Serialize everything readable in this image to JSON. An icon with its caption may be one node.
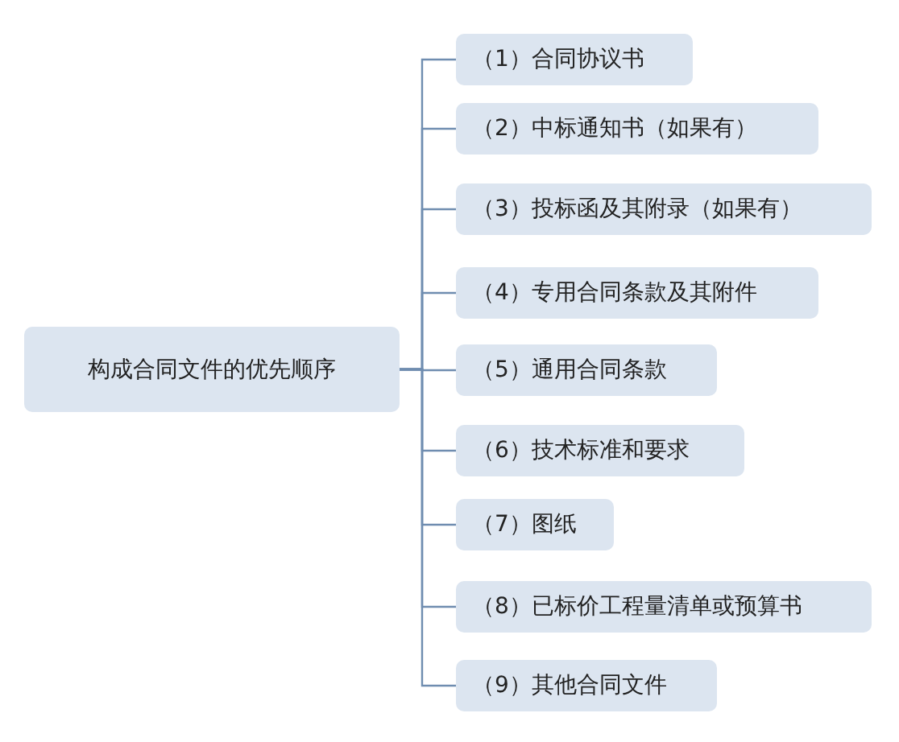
{
  "diagram": {
    "nodes": [
      {
        "text": [
          "构成合同文件的优先顺序"
        ]
      },
      {
        "text": [
          "（1）合同协议书"
        ]
      },
      {
        "text": [
          "（2）中标通知书（如果有）"
        ]
      },
      {
        "text": [
          "（3）投标函及其附录（如果有）"
        ]
      },
      {
        "text": [
          "（4）专用合同条款及其附件"
        ]
      },
      {
        "text": [
          "（5）通用合同条款"
        ]
      },
      {
        "text": [
          "（6）技术标准和要求"
        ]
      },
      {
        "text": [
          "（7）图纸"
        ]
      },
      {
        "text": [
          "（8）已标价工程量清单或预算书"
        ]
      },
      {
        "text": [
          "（9）其他合同文件"
        ]
      }
    ],
    "edges": [
      {
        "from": 0,
        "to": 1,
        "arrow": "none"
      },
      {
        "from": 0,
        "to": 2,
        "arrow": "none"
      },
      {
        "from": 0,
        "to": 3,
        "arrow": "none"
      },
      {
        "from": 0,
        "to": 4,
        "arrow": "none"
      },
      {
        "from": 0,
        "to": 5,
        "arrow": "none"
      },
      {
        "from": 0,
        "to": 6,
        "arrow": "none"
      },
      {
        "from": 0,
        "to": 7,
        "arrow": "none"
      },
      {
        "from": 0,
        "to": 8,
        "arrow": "none"
      },
      {
        "from": 0,
        "to": 9,
        "arrow": "none"
      }
    ]
  }
}
